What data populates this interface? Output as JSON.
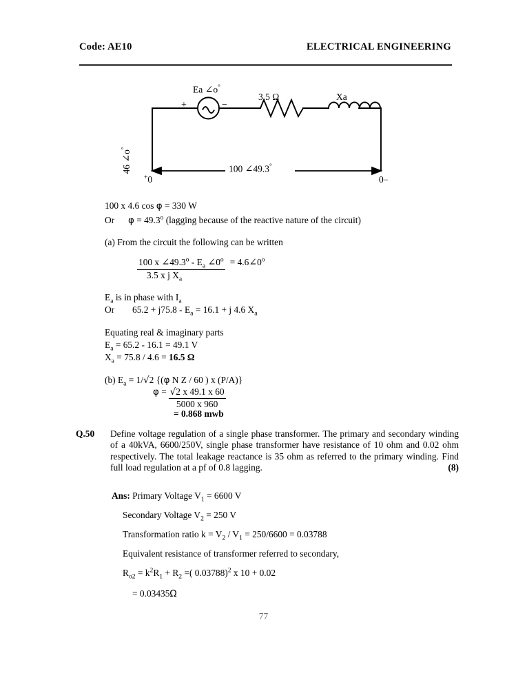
{
  "header": {
    "code": "Code: AE10",
    "subject": "ELECTRICAL ENGINEERING"
  },
  "circuit": {
    "source_label": "Ea ∠o°",
    "source_plus": "+",
    "source_minus": "−",
    "resistor_label": "3.5 Ω",
    "inductor_label": "Xa",
    "left_branch_label": "46 ∠o°",
    "bottom_label": "100 ∠49.3°",
    "terminal_left": "+0",
    "terminal_right": "0−"
  },
  "solution": {
    "line_power": "100 x 4.6 cos φ = 330 W",
    "line_or_label": "Or",
    "line_phi": "φ   = 49.3º (lagging because of the reactive nature of the circuit)",
    "part_a_intro": "(a)  From the circuit the following can be written",
    "eq_a": {
      "numerator": "100 x ∠49.3º - Ea ∠0º",
      "denominator": "3.5 x j Xa",
      "rhs": "= 4.6∠0º"
    },
    "line_phase": "Ea is in phase with  Ia",
    "line_or2_label": "Or",
    "line_or2": "65.2 + j75.8 - Ea = 16.1 + j 4.6 Xa",
    "line_equating": "Equating real & imaginary parts",
    "line_ea": "Ea  = 65.2 - 16.1 = 49.1 V",
    "line_xa_prefix": "Xa = 75.8 / 4.6 = ",
    "line_xa_value": "16.5 Ω",
    "part_b_intro": "(b)  Ea = 1/√2 {(φ N Z / 60 ) x (P/A)}",
    "eq_b": {
      "lhs": "φ  = ",
      "numerator": "√2 x 49.1 x 60",
      "denominator": "5000 x 960",
      "result": "= 0.868 mwb"
    }
  },
  "question": {
    "number": "Q.50",
    "text": "Define voltage  regulation of a single phase transformer. The primary and secondary winding of a 40kVA, 6600/250V, single phase transformer have resistance of 10 ohm and 0.02 ohm respectively. The total leakage reactance is 35 ohm as referred to the primary winding. Find full load regulation at a pf of 0.8 lagging.",
    "marks": "(8)"
  },
  "answer": {
    "label": "Ans:",
    "line1": "Primary Voltage  V1 = 6600 V",
    "line2": "Secondary  Voltage  V2 = 250 V",
    "line3": "Transformation ratio k = V2 / V1 = 250/6600 = 0.03788",
    "line4": "Equivalent resistance of transformer referred to secondary,",
    "line5": "Ro2 = k²R1 + R2 =( 0.03788)² x 10 + 0.02",
    "line6": "= 0.03435Ω"
  },
  "footer": {
    "page_number": "77"
  },
  "colors": {
    "text": "#000000",
    "rule": "#58585b",
    "page_number": "#6b6b6b",
    "background": "#ffffff"
  }
}
